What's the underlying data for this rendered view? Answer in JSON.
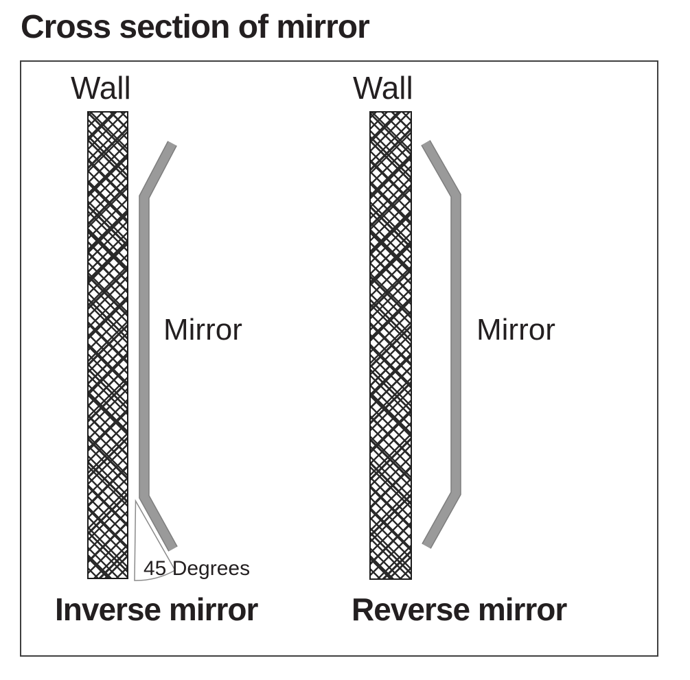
{
  "title": "Cross section of mirror",
  "panels": {
    "left": {
      "wall_label": "Wall",
      "mirror_label": "Mirror",
      "angle_label": "45 Degrees",
      "caption": "Inverse mirror"
    },
    "right": {
      "wall_label": "Wall",
      "mirror_label": "Mirror",
      "caption": "Reverse mirror"
    }
  },
  "colors": {
    "mirror_gray": "#9a9a9a",
    "mirror_edge": "#7d7d7d",
    "ink": "#231f20",
    "frame_border": "#3f3f3f",
    "hatch": "#2a2a2a",
    "wedge_line": "#8a8a8a"
  }
}
